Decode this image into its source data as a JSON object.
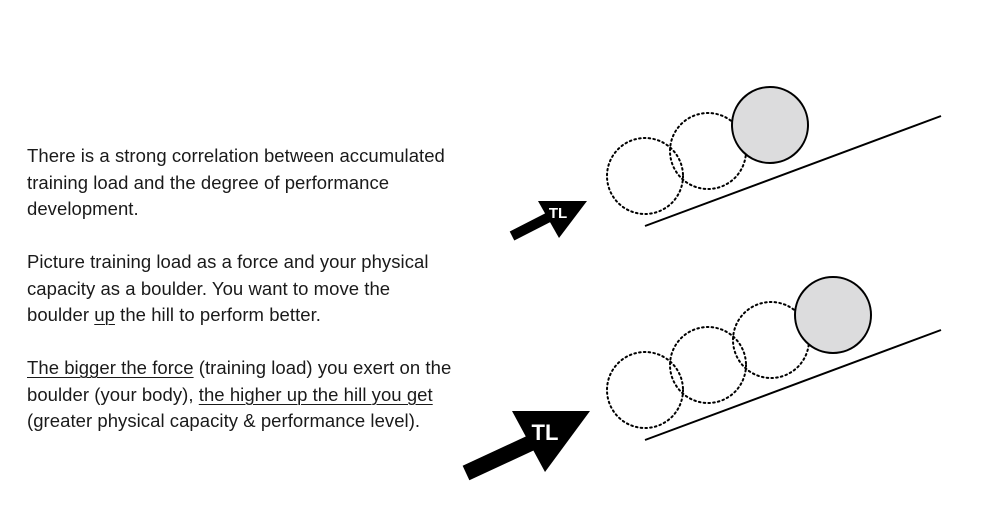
{
  "paragraphs": {
    "p1": "There is a strong correlation between accumulated training load and the degree of performance development.",
    "p2_a": "Picture training load as a force and your physical capacity as a boulder. You want to move the boulder ",
    "p2_u": "up",
    "p2_b": " the hill to perform better.",
    "p3_u1": "The bigger the force",
    "p3_a": " (training load) you exert on the boulder (your body), ",
    "p3_u2": "the higher up the hill you get",
    "p3_b": " (greater physical capacity & performance level)."
  },
  "diagram": {
    "top": {
      "force_label": "TL"
    },
    "bottom": {
      "force_label": "TL"
    },
    "colors": {
      "boulder_fill": "#dcdcdd",
      "stroke": "#000000",
      "arrow": "#000000",
      "label": "#ffffff"
    }
  }
}
